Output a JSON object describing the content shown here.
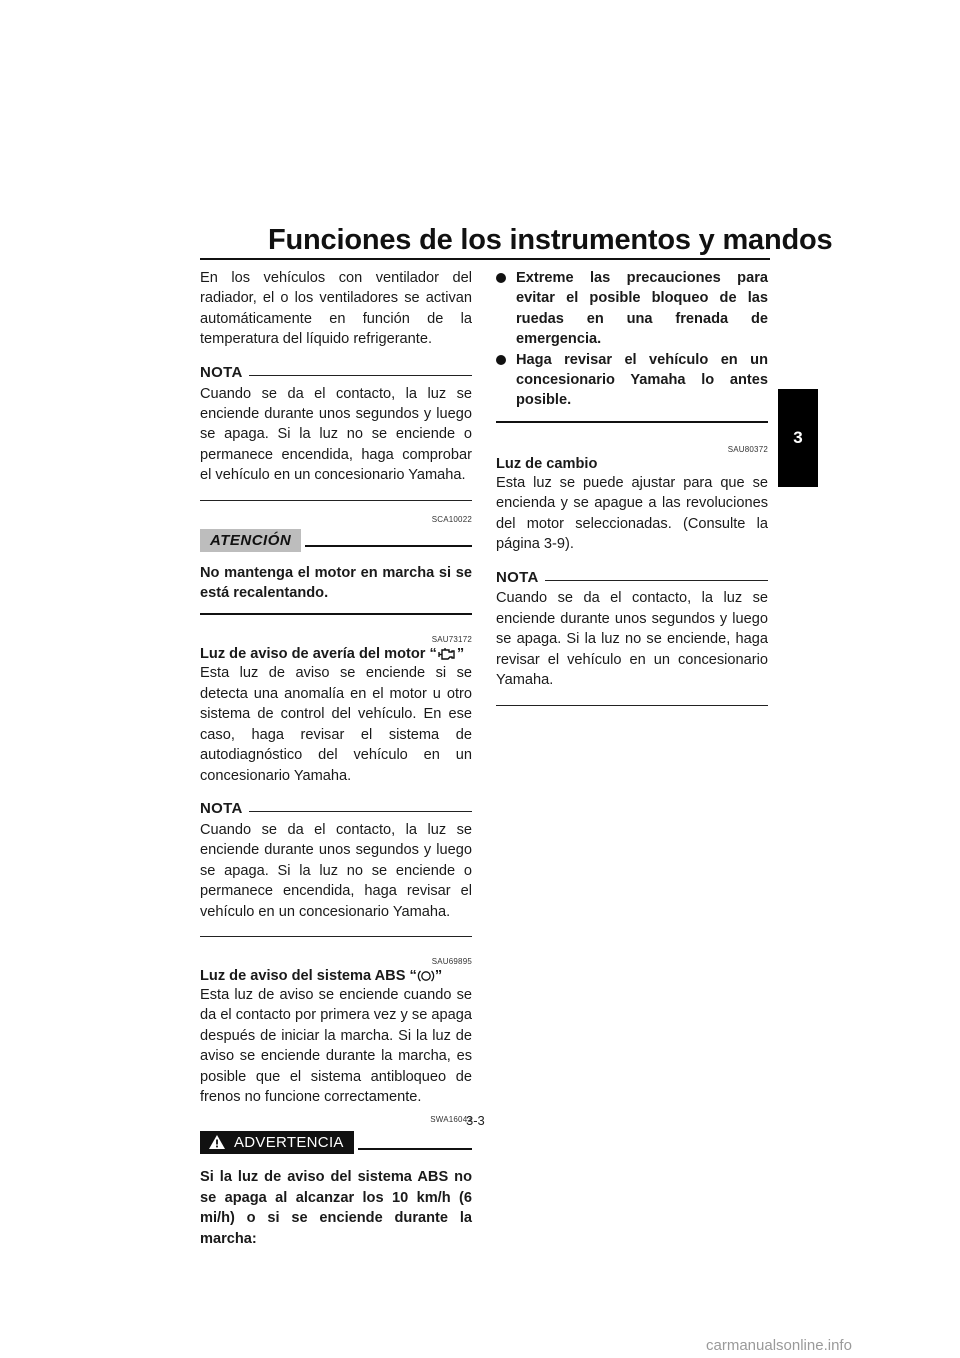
{
  "header": {
    "title": "Funciones de los instrumentos y mandos"
  },
  "chapter_tab": "3",
  "left": {
    "intro": "En los vehículos con ventilador del radiador, el o los ventiladores se activan automáticamente en función de la temperatura del líquido refrigerante.",
    "note1": {
      "label": "NOTA",
      "text": "Cuando se da el contacto, la luz se enciende durante unos segundos y luego se apaga. Si la luz no se enciende o permanece encendida, haga comprobar el vehículo en un concesionario Yamaha."
    },
    "code1": "SCA10022",
    "caution": {
      "label": "ATENCIÓN",
      "text": "No mantenga el motor en marcha si se está recalentando."
    },
    "code2": "SAU73172",
    "engine": {
      "title_pre": "Luz de aviso de avería del motor “",
      "title_post": "”",
      "icon": "engine-check-icon",
      "text": "Esta luz de aviso se enciende si se detecta una anomalía en el motor u otro sistema de control del vehículo. En ese caso, haga revisar el sistema de autodiagnóstico del vehículo en un concesionario Yamaha."
    },
    "note2": {
      "label": "NOTA",
      "text": "Cuando se da el contacto, la luz se enciende durante unos segundos y luego se apaga. Si la luz no se enciende o permanece encendida, haga revisar el vehículo en un concesionario Yamaha."
    },
    "code3": "SAU69895",
    "abs": {
      "title_pre": "Luz de aviso del sistema ABS “",
      "title_post": "”",
      "icon": "abs-icon",
      "text": "Esta luz de aviso se enciende cuando se da el contacto por primera vez y se apaga después de iniciar la marcha. Si la luz de aviso se enciende durante la marcha, es posible que el sistema antibloqueo de frenos no funcione correctamente."
    },
    "code4": "SWA16043",
    "warning": {
      "label": "ADVERTENCIA",
      "text": "Si la luz de aviso del sistema ABS no se apaga al alcanzar los 10 km/h (6 mi/h) o si se enciende durante la marcha:"
    }
  },
  "right": {
    "bullets": [
      "Extreme las precauciones para evitar el posible bloqueo de las ruedas en una frenada de emergencia.",
      "Haga revisar el vehículo en un concesionario Yamaha lo antes posible."
    ],
    "code5": "SAU80372",
    "shift": {
      "title": "Luz de cambio",
      "text": "Esta luz se puede ajustar para que se encienda y se apague a las revoluciones del motor seleccionadas. (Consulte la página 3-9)."
    },
    "note3": {
      "label": "NOTA",
      "text": "Cuando se da el contacto, la luz se enciende durante unos segundos y luego se apaga. Si la luz no se enciende, haga revisar el vehículo en un concesionario Yamaha."
    }
  },
  "footer": {
    "page_number": "3-3",
    "watermark": "carmanualsonline.info"
  }
}
